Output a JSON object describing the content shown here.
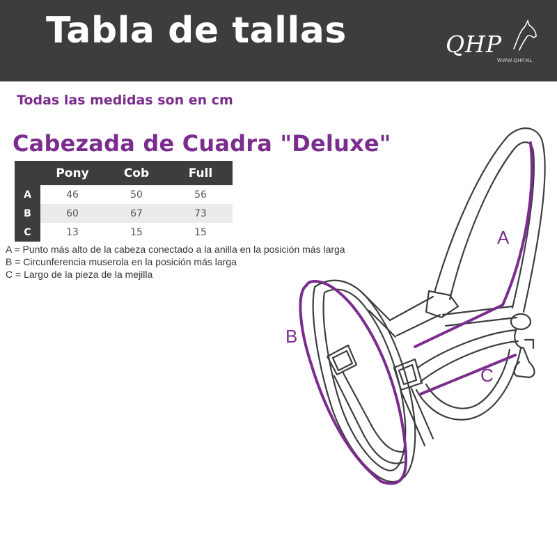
{
  "header": {
    "title": "Tabla de tallas",
    "logo_text": "QHP",
    "logo_url": "WWW.QHP.NL"
  },
  "units_note": "Todas las medidas son en cm",
  "product_title": "Cabezada de Cuadra \"Deluxe\"",
  "size_table": {
    "columns": [
      "Pony",
      "Cob",
      "Full"
    ],
    "rows": [
      {
        "label": "A",
        "values": [
          "46",
          "50",
          "56"
        ]
      },
      {
        "label": "B",
        "values": [
          "60",
          "67",
          "73"
        ]
      },
      {
        "label": "C",
        "values": [
          "13",
          "15",
          "15"
        ]
      }
    ]
  },
  "legend": [
    "A = Punto más alto de la cabeza conectado a la anilla en la posición más larga",
    "B = Circunferencia muserola en la posición más larga",
    "C = Largo de la pieza de la mejilla"
  ],
  "diagram": {
    "label_a": "A",
    "label_b": "B",
    "label_c": "C",
    "accent_color": "#7b2d8e",
    "strap_color": "#3d3d3f"
  }
}
